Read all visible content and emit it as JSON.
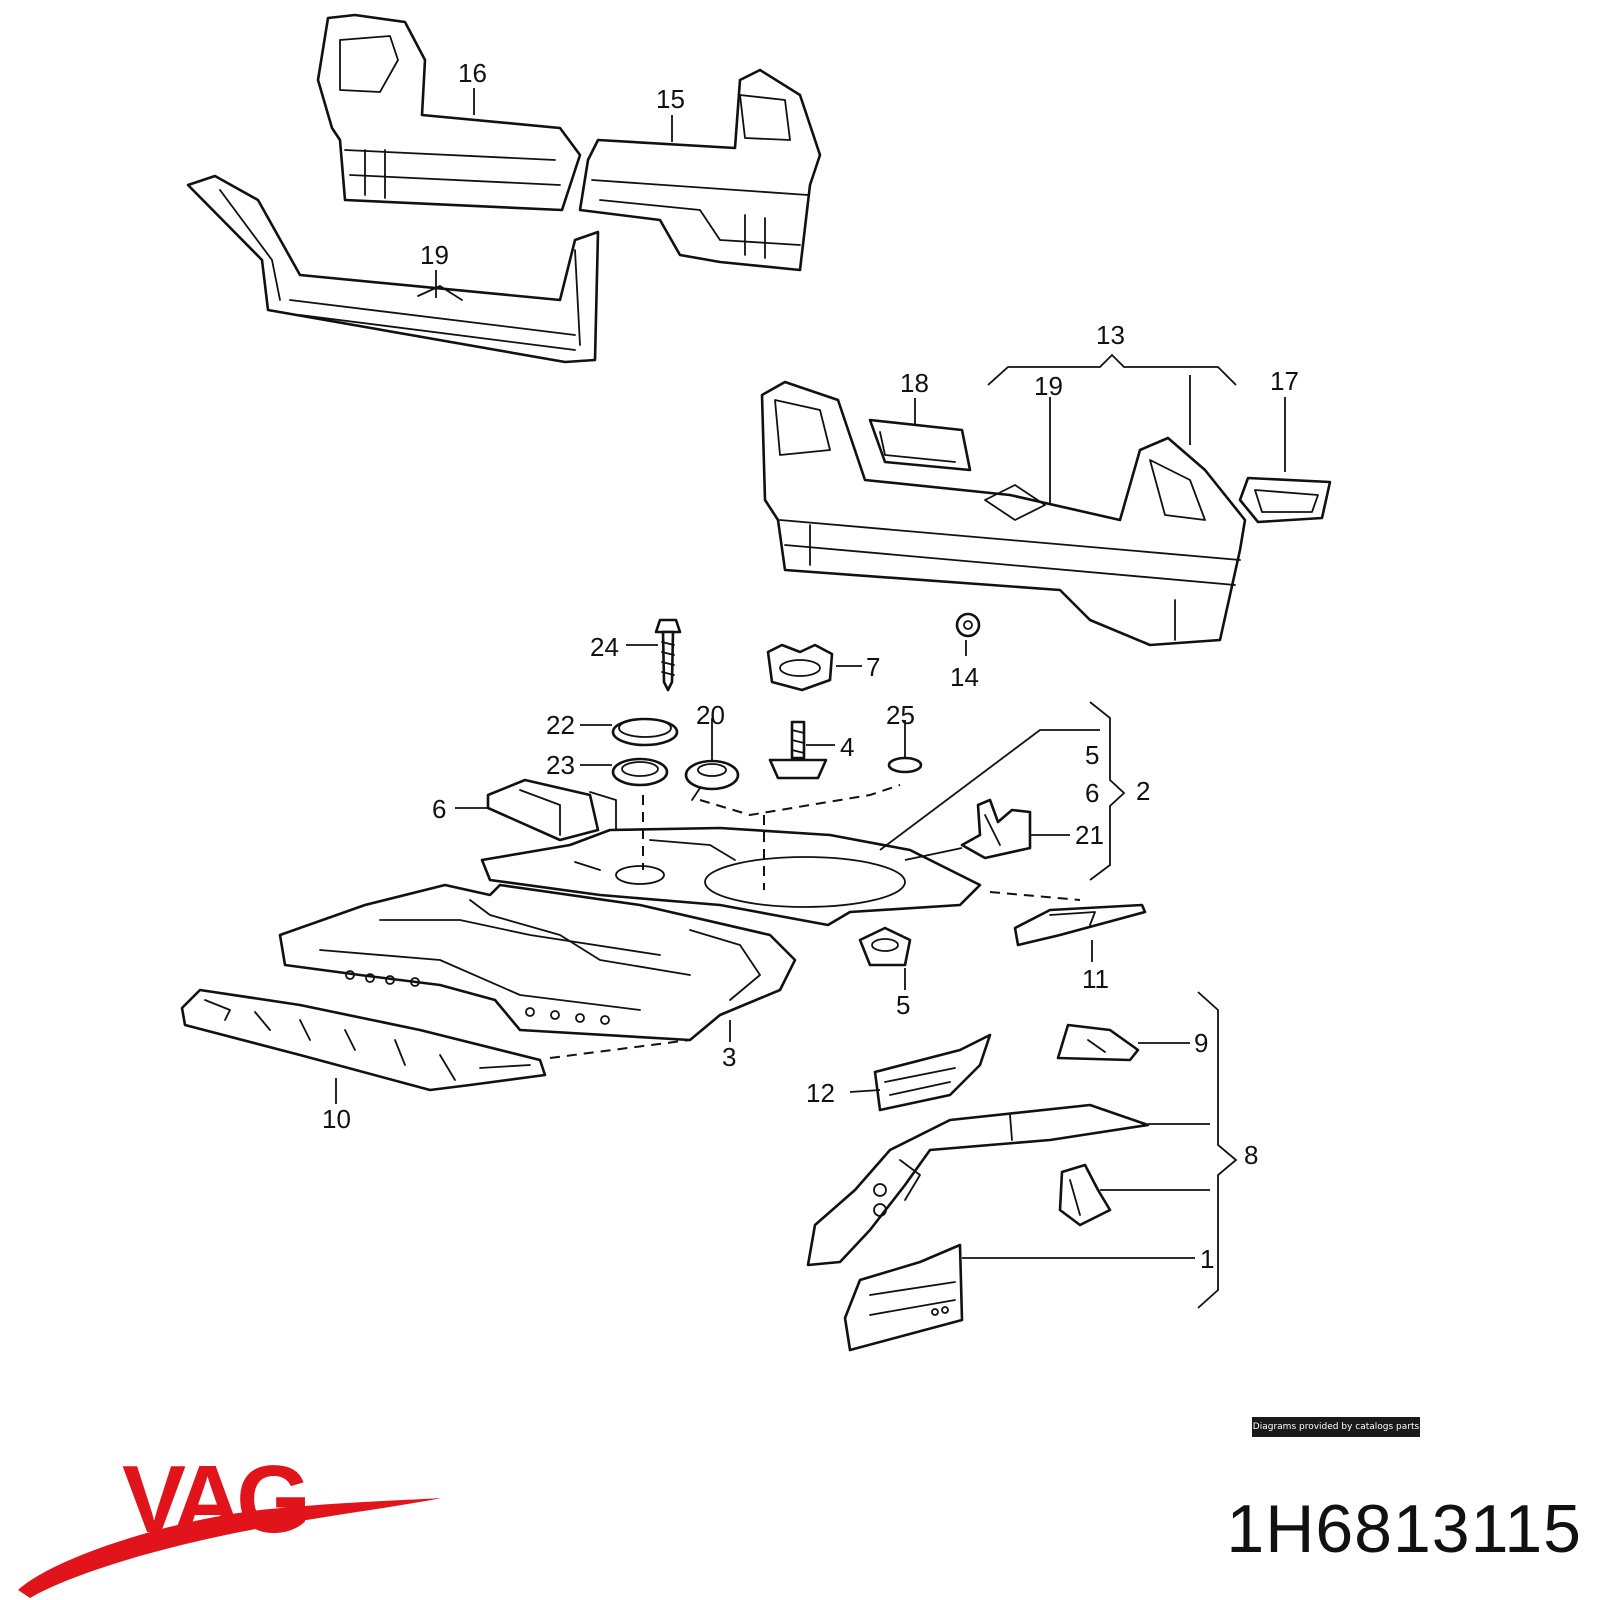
{
  "diagram": {
    "callouts": [
      "16",
      "15",
      "19",
      "13",
      "18",
      "19",
      "17",
      "24",
      "7",
      "14",
      "22",
      "20",
      "4",
      "25",
      "23",
      "5",
      "6",
      "2",
      "21",
      "6",
      "11",
      "5",
      "3",
      "10",
      "9",
      "12",
      "8",
      "1"
    ]
  },
  "footer": {
    "credit": "Diagrams provided by catalogs parts",
    "brand": "VAG",
    "part_number": "1H6813115"
  },
  "colors": {
    "brand_red": "#e1141b",
    "ink": "#111111",
    "credit_bg": "#1a1a1a"
  }
}
